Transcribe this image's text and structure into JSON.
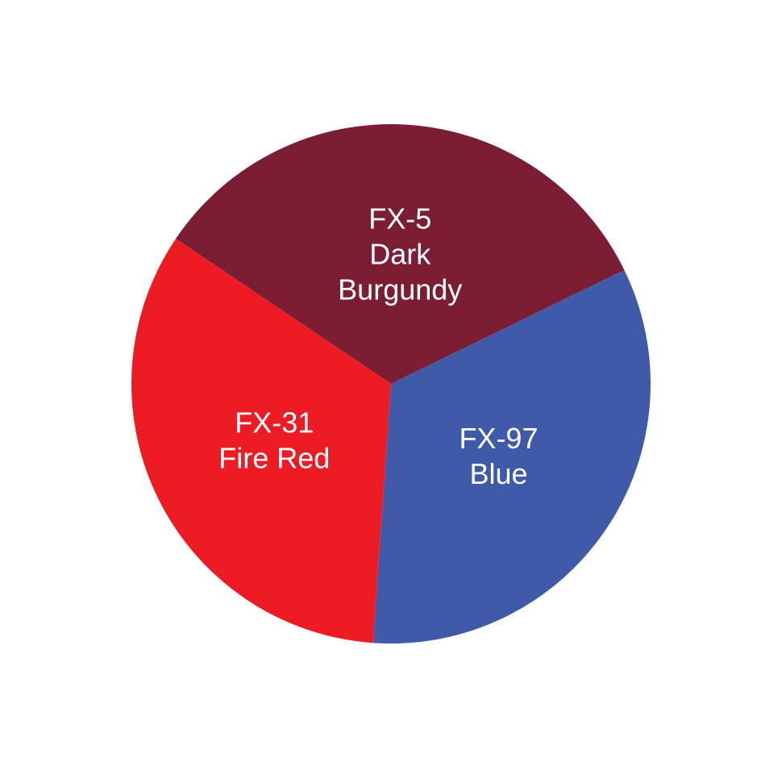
{
  "chart_data": {
    "type": "pie",
    "slices": [
      {
        "code": "FX-5",
        "name_lines": [
          "Dark",
          "Burgundy"
        ],
        "value": 1,
        "color": "#7B1E33"
      },
      {
        "code": "FX-97",
        "name_lines": [
          "Blue"
        ],
        "value": 1,
        "color": "#3F5AA8"
      },
      {
        "code": "FX-31",
        "name_lines": [
          "Fire Red"
        ],
        "value": 1,
        "color": "#ED1C24"
      }
    ]
  }
}
